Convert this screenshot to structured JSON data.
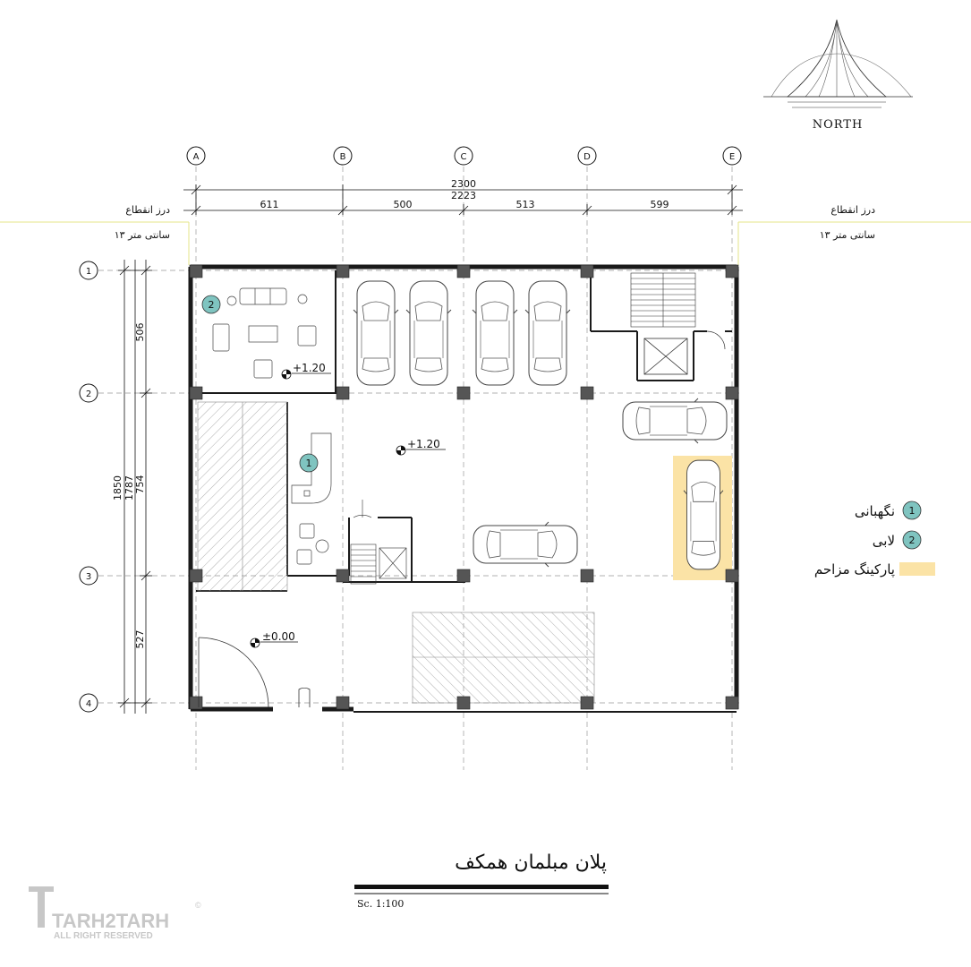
{
  "north": {
    "label": "NORTH"
  },
  "grid": {
    "columns": [
      "A",
      "B",
      "C",
      "D",
      "E"
    ],
    "rows": [
      "1",
      "2",
      "3",
      "4"
    ]
  },
  "dimensions": {
    "overall_top": "2300",
    "inner_top": "2223",
    "spans_top": [
      "611",
      "500",
      "513",
      "599"
    ],
    "overall_side": "1850",
    "inner_side": "1787",
    "spans_side": [
      "506",
      "754",
      "527"
    ]
  },
  "notes": {
    "left_line1": "درز انقطاع",
    "left_line2": "۱۳ سانتی متر",
    "right_line1": "درز انقطاع",
    "right_line2": "۱۳ سانتی متر"
  },
  "levels": {
    "lobby": "+1.20",
    "parking": "+1.20",
    "entrance": "±0.00"
  },
  "markers": {
    "guard": "1",
    "lobby": "2"
  },
  "legend": {
    "items": [
      {
        "num": "1",
        "label": "نگهبانی"
      },
      {
        "num": "2",
        "label": "لابی"
      },
      {
        "swatch": "#fbe3a6",
        "label": "پارکینگ مزاحم"
      }
    ]
  },
  "title": {
    "text": "پلان مبلمان همکف",
    "scale": "Sc.  1:100"
  },
  "logo": {
    "brand": "TARH2TARH",
    "sub": "ALL RIGHT RESERVED",
    "symbol": "©"
  },
  "colors": {
    "marker_fill": "#7fc4c0",
    "highlight": "#fbe3a6",
    "wall": "#1a1a1a",
    "column": "#555555"
  }
}
